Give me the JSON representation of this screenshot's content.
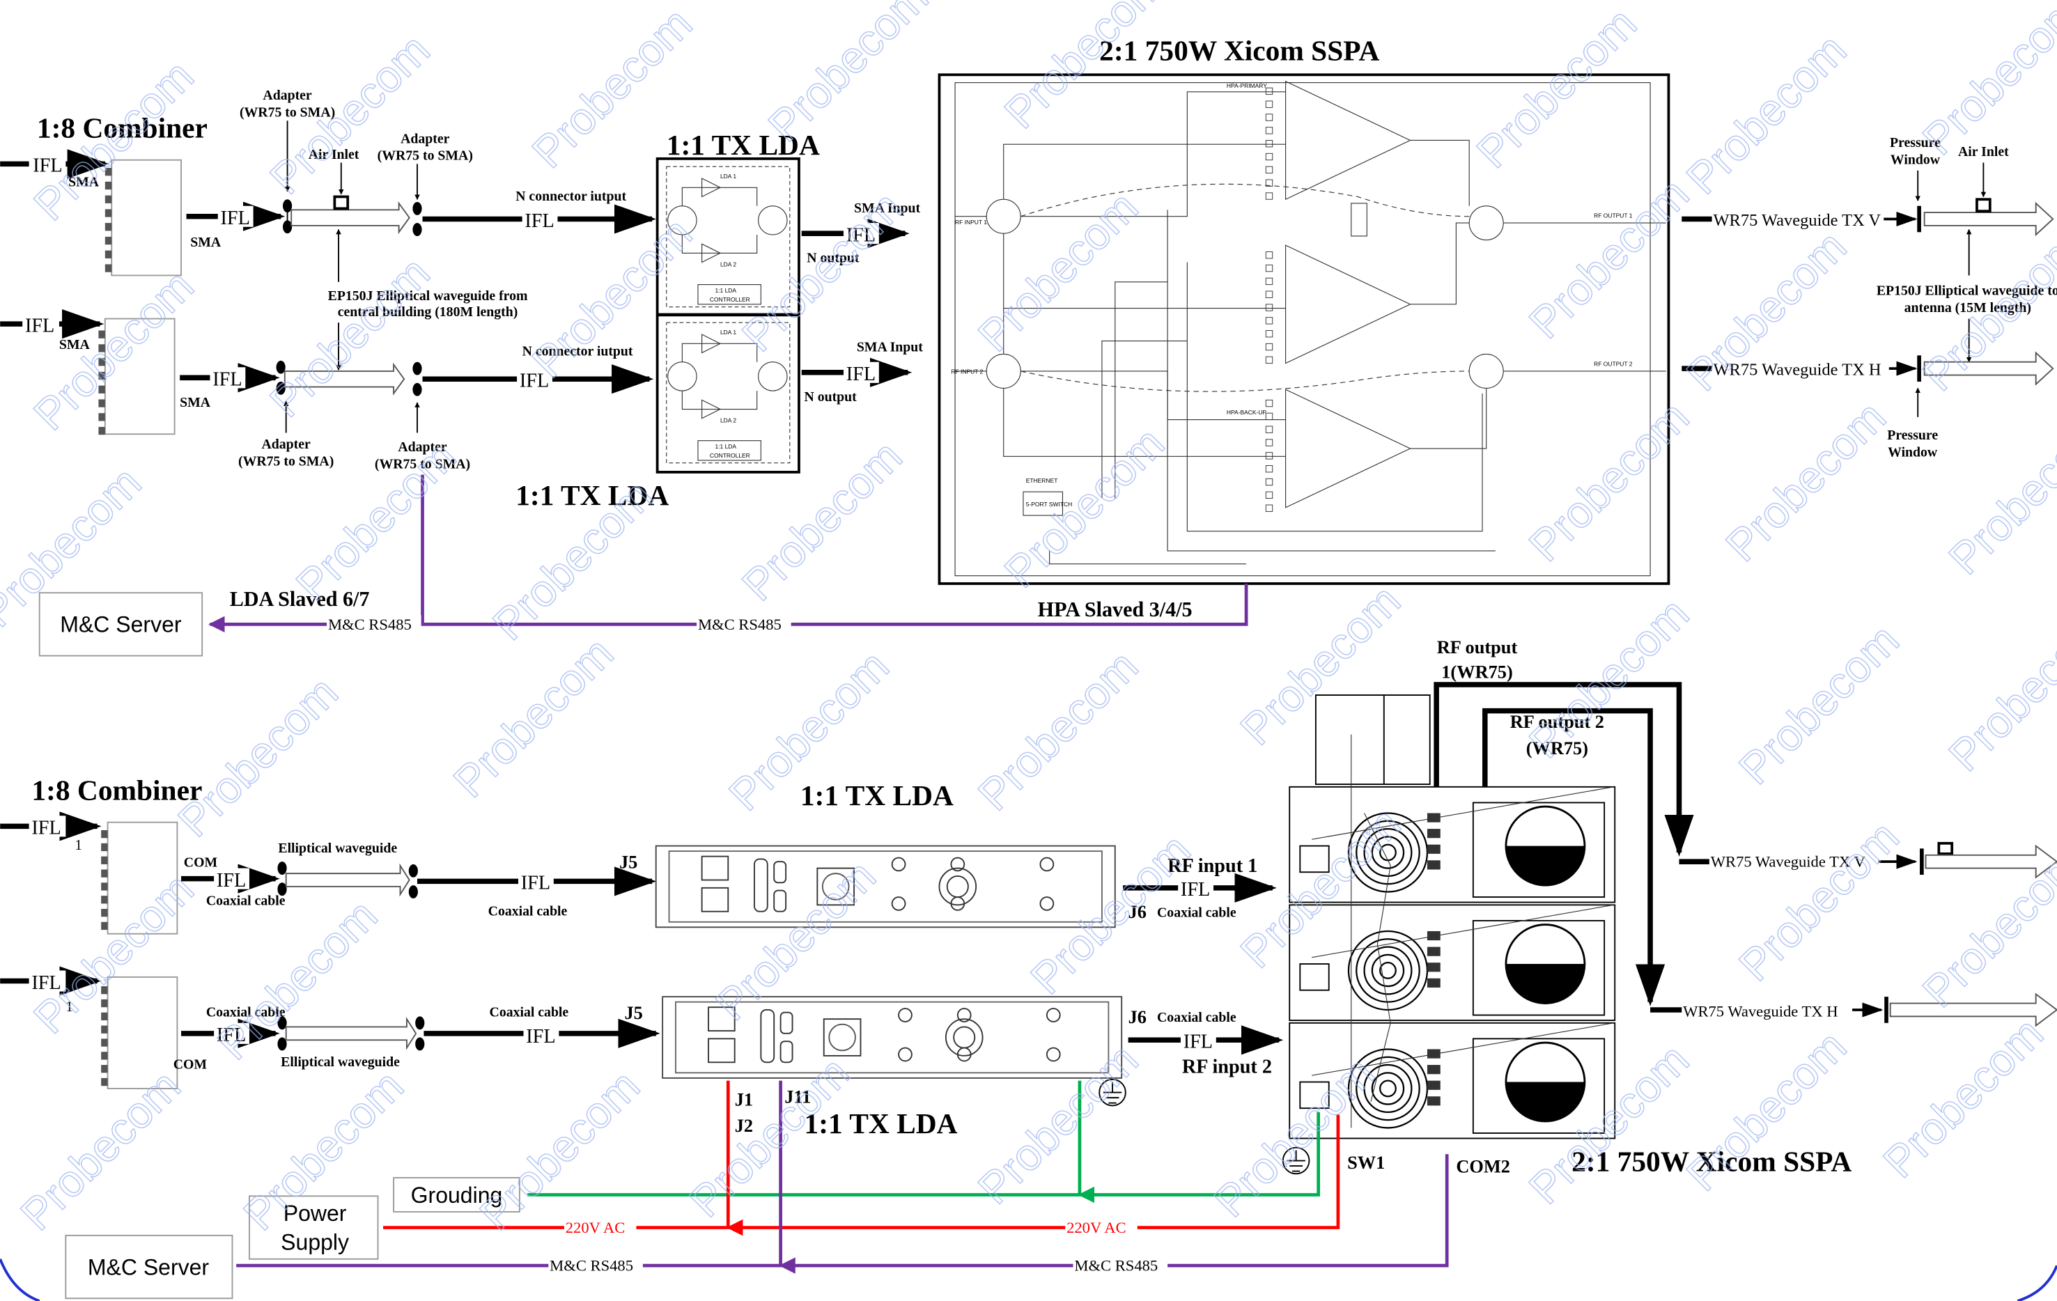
{
  "top": {
    "combiner_title": "1:8 Combiner",
    "sma": "SMA",
    "ifl": "IFL",
    "adapter_line1": "Adapter",
    "adapter_line2": "(WR75 to SMA)",
    "air_inlet": "Air Inlet",
    "adapter_air_line2": "(WR75 to SMA)",
    "ep150j_from_line1": "EP150J Elliptical waveguide from",
    "ep150j_from_line2": "central building (180M length)",
    "n_connector": "N connector iutput",
    "lda_title": "1:1 TX LDA",
    "lda_1": "LDA 1",
    "lda_2": "LDA 2",
    "lda_controller_1": "1:1 LDA",
    "lda_controller_2": "CONTROLLER",
    "sma_input": "SMA  Input",
    "n_output": "N output",
    "sspa_title": "2:1 750W Xicom SSPA",
    "sspa_rf_input_1": "RF INPUT 1",
    "sspa_rf_input_2": "RF INPUT 2",
    "sspa_ethernet": "ETHERNET",
    "sspa_switch": "5-PORT SWITCH",
    "sspa_rf_output_1": "RF OUTPUT 1",
    "sspa_rf_output_2": "RF OUTPUT 2",
    "sspa_primary": "HPA-PRIMARY",
    "sspa_backup": "HPA-BACK-UP",
    "wr75_v": "WR75 Waveguide TX V",
    "wr75_h": "WR75 Waveguide TX H",
    "pressure_line1": "Pressure",
    "pressure_line2": "Window",
    "ep150j_to_line1": "EP150J Elliptical waveguide to",
    "ep150j_to_line2": "antenna (15M length)",
    "mc_server": "M&C Server",
    "lda_slaved": "LDA Slaved 6/7",
    "hpa_slaved": "HPA Slaved 3/4/5",
    "rs485": "M&C RS485"
  },
  "bottom": {
    "combiner_title": "1:8 Combiner",
    "port_1": "1",
    "com": "COM",
    "ifl": "IFL",
    "elliptical_waveguide": "Elliptical waveguide",
    "coaxial_cable": "Coaxial cable",
    "j5": "J5",
    "j6": "J6",
    "lda_title": "1:1 TX LDA",
    "j1": "J1",
    "j2": "J2",
    "j11": "J11",
    "rf_input_1": "RF input 1",
    "rf_input_2": "RF input 2",
    "rf_output_1_line1": "RF output",
    "rf_output_1_line2": "1(WR75)",
    "rf_output_2_line1": "RF output 2",
    "rf_output_2_line2": "(WR75)",
    "wr75_v": "WR75 Waveguide TX V",
    "wr75_h": "WR75 Waveguide TX H",
    "sspa_title": "2:1 750W Xicom SSPA",
    "sw1": "SW1",
    "com2": "COM2",
    "grounding": "Grouding",
    "power_line1": "Power",
    "power_line2": "Supply",
    "mc_server": "M&C Server",
    "ac": "220V AC",
    "rs485": "M&C RS485"
  },
  "watermark": "Probecom",
  "colors": {
    "rs485": "#7030a0",
    "ac_power": "#ff0000",
    "ground": "#00b050",
    "watermark": "#9fb6f0"
  }
}
